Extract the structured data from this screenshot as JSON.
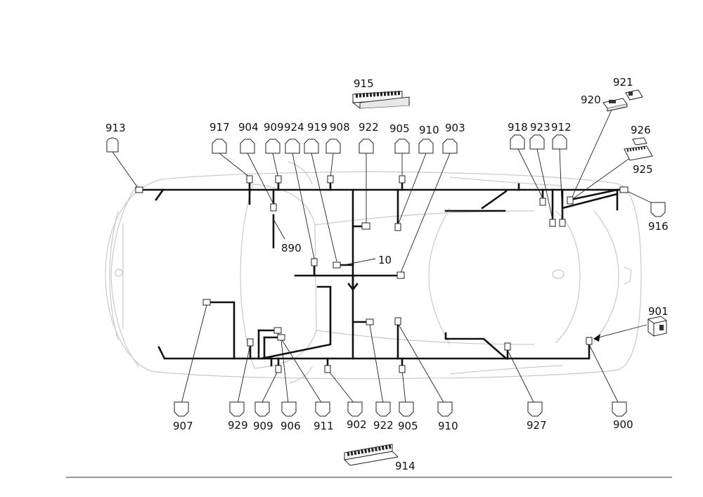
{
  "diagram": {
    "type": "wiring-harness-layout",
    "labels": {
      "l913": "913",
      "l917": "917",
      "l904": "904",
      "l909t": "909",
      "l924": "924",
      "l919": "919",
      "l908": "908",
      "l922t": "922",
      "l905t": "905",
      "l910t": "910",
      "l903": "903",
      "l918": "918",
      "l923": "923",
      "l912": "912",
      "l915": "915",
      "l921": "921",
      "l920": "920",
      "l926": "926",
      "l925": "925",
      "l916": "916",
      "l890": "890",
      "l10": "10",
      "l901": "901",
      "l907": "907",
      "l929": "929",
      "l909b": "909",
      "l906": "906",
      "l911": "911",
      "l902": "902",
      "l922b": "922",
      "l905b": "905",
      "l910b": "910",
      "l927": "927",
      "l900": "900",
      "l914": "914"
    }
  }
}
